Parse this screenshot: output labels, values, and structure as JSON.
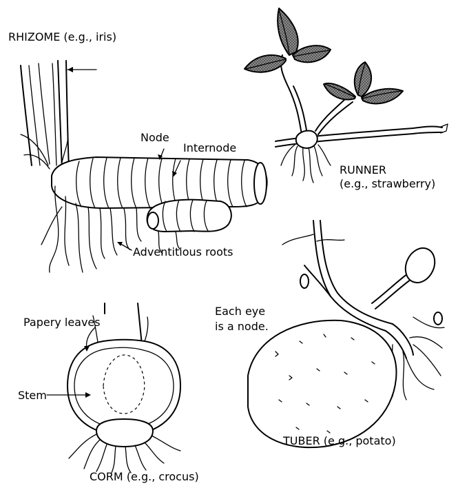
{
  "labels": {
    "rhizome": "RHIZOME (e.g., iris)",
    "node": "Node",
    "internode": "Internode",
    "adventitious_roots": "Adventitious roots",
    "runner_line1": "RUNNER",
    "runner_line2": "(e.g., strawberry)",
    "each_eye_line1": "Each eye",
    "each_eye_line2": "is a node.",
    "papery_leaves": "Papery leaves",
    "stem": "Stem",
    "tuber": "TUBER (e.g., potato)",
    "corm": "CORM (e.g., crocus)"
  },
  "colors": {
    "ink": "#000000",
    "background": "#ffffff",
    "leaf_fill": "#7a7a7a"
  }
}
